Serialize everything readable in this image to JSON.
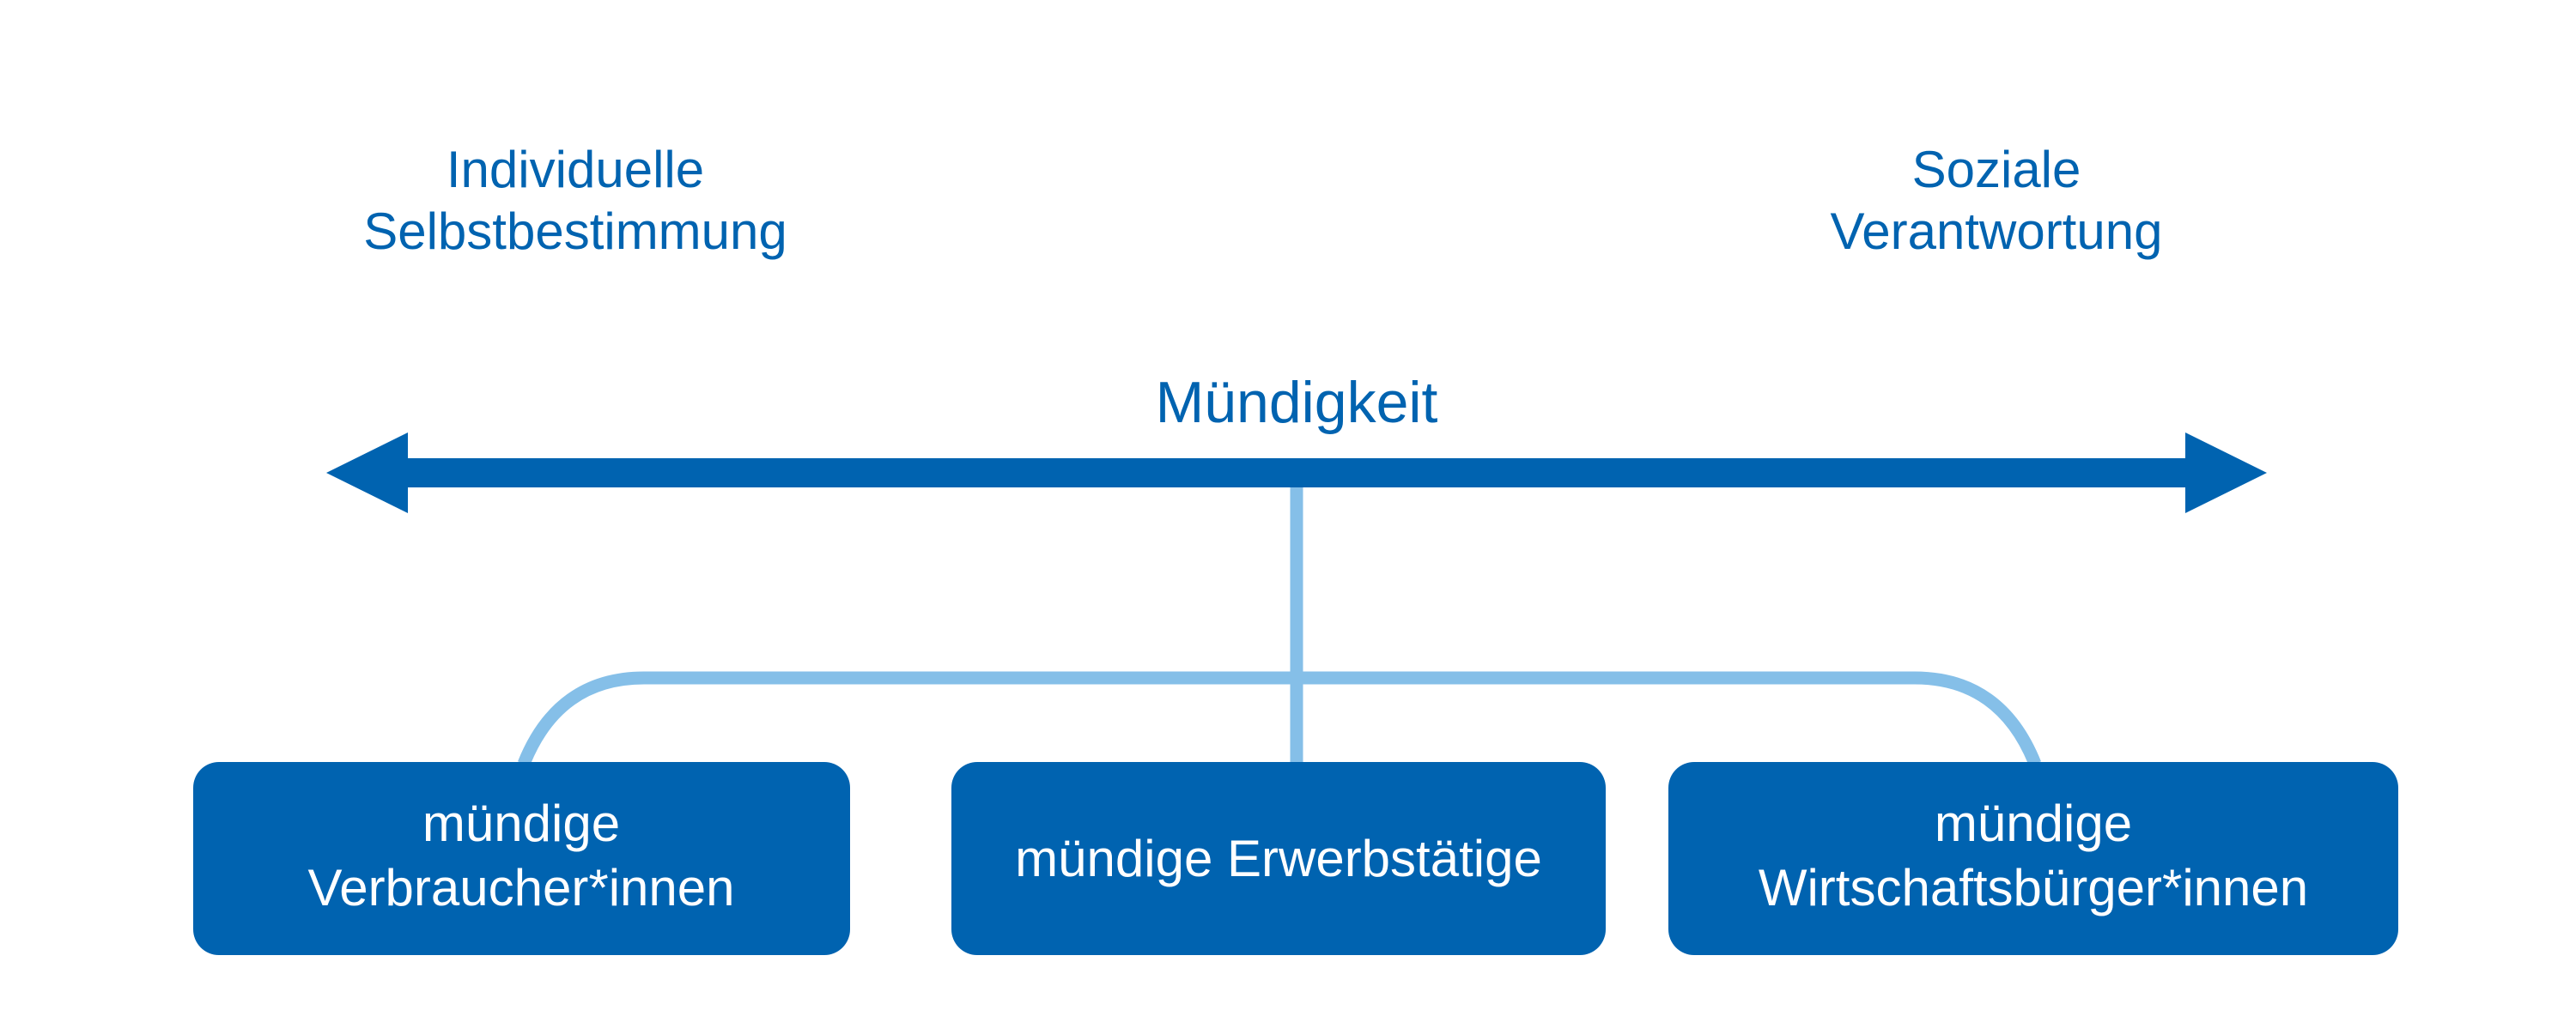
{
  "left_pole": {
    "line1": "Individuelle",
    "line2": "Selbstbestimmung"
  },
  "right_pole": {
    "line1": "Soziale",
    "line2": "Verantwortung"
  },
  "axis": {
    "label": "Mündigkeit"
  },
  "boxes": [
    {
      "line1": "mündige",
      "line2": "Verbraucher*innen"
    },
    {
      "line1": "mündige Erwerbstätige",
      "line2": ""
    },
    {
      "line1": "mündige",
      "line2": "Wirtschaftsbürger*innen"
    }
  ],
  "colors": {
    "primary": "#0063b0",
    "connector": "#85bfe8",
    "box_text": "#ffffff",
    "background": "#ffffff"
  }
}
